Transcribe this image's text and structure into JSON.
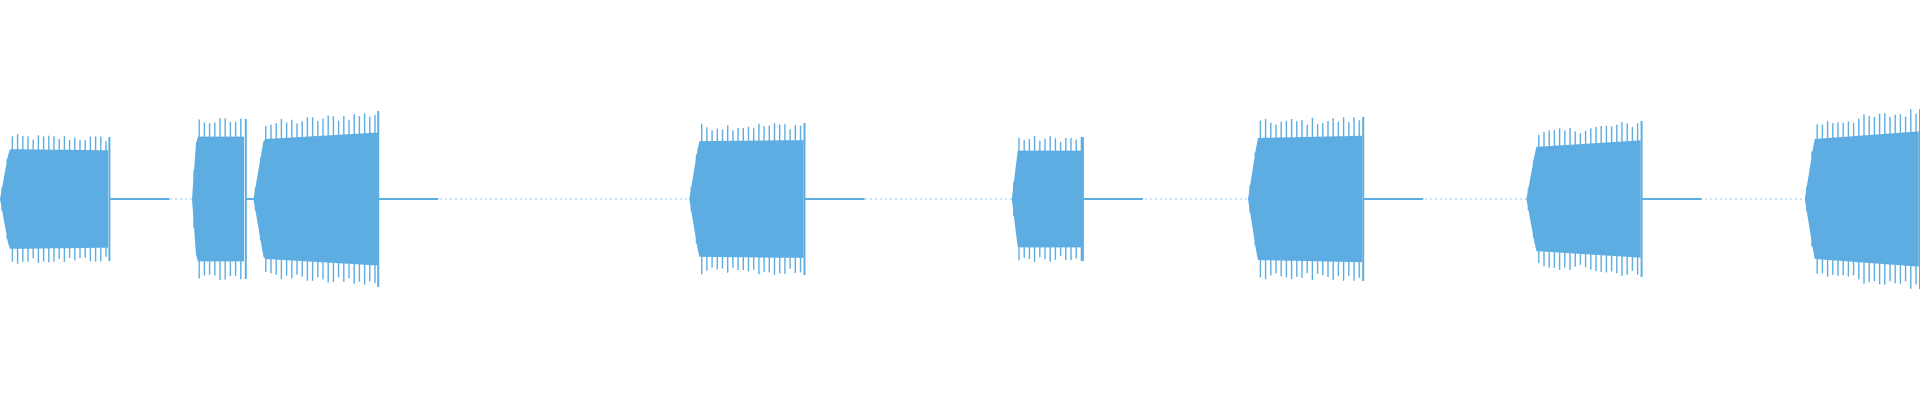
{
  "waveform": {
    "color": "#5dade2",
    "baseline_color": "#5dade2",
    "segments": [
      {
        "start": 0.0,
        "end": 0.057,
        "peak": 0.32,
        "trail_peak": 0.31
      },
      {
        "start": 0.1,
        "end": 0.128,
        "peak": 0.4,
        "trail_peak": 0.4
      },
      {
        "start": 0.132,
        "end": 0.197,
        "peak": 0.38,
        "trail_peak": 0.44
      },
      {
        "start": 0.359,
        "end": 0.419,
        "peak": 0.37,
        "trail_peak": 0.38
      },
      {
        "start": 0.527,
        "end": 0.564,
        "peak": 0.31,
        "trail_peak": 0.31
      },
      {
        "start": 0.65,
        "end": 0.71,
        "peak": 0.39,
        "trail_peak": 0.41
      },
      {
        "start": 0.795,
        "end": 0.855,
        "peak": 0.33,
        "trail_peak": 0.39
      },
      {
        "start": 0.94,
        "end": 1.0,
        "peak": 0.38,
        "trail_peak": 0.45
      }
    ]
  }
}
